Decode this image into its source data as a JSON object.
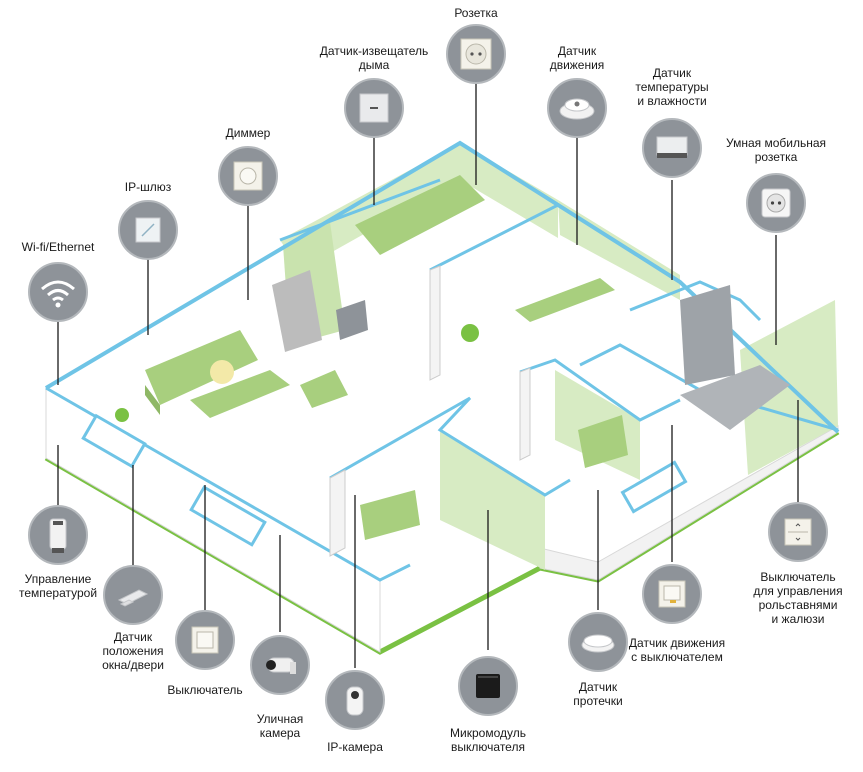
{
  "colors": {
    "wall_outline": "#6fc4e6",
    "floor_edge": "#7ac143",
    "room_fill": "#d7ebc3",
    "device_circle": "#8e9399",
    "leader_line": "#1a1a1a",
    "furniture": "#a8cf7e"
  },
  "devices": [
    {
      "id": "rozetka",
      "label": "Розетка",
      "icon": "socket-icon"
    },
    {
      "id": "smoke",
      "label": "Датчик-извещатель\nдыма",
      "icon": "smoke-detector-icon"
    },
    {
      "id": "motion",
      "label": "Датчик\nдвижения",
      "icon": "motion-sensor-icon"
    },
    {
      "id": "temp_hum",
      "label": "Датчик\nтемпературы\nи влажности",
      "icon": "temperature-humidity-sensor-icon"
    },
    {
      "id": "mobile_socket",
      "label": "Умная мобильная\nрозетка",
      "icon": "mobile-socket-icon"
    },
    {
      "id": "dimmer",
      "label": "Диммер",
      "icon": "dimmer-icon"
    },
    {
      "id": "ip_gateway",
      "label": "IP-шлюз",
      "icon": "gateway-icon"
    },
    {
      "id": "wifi",
      "label": "Wi-fi/Ethernet",
      "icon": "wifi-icon"
    },
    {
      "id": "temp_control",
      "label": "Управление\nтемпературой",
      "icon": "thermostat-icon"
    },
    {
      "id": "window_sensor",
      "label": "Датчик\nположения\nокна/двери",
      "icon": "window-sensor-icon"
    },
    {
      "id": "switch",
      "label": "Выключатель",
      "icon": "switch-icon"
    },
    {
      "id": "street_camera",
      "label": "Уличная\nкамера",
      "icon": "street-camera-icon"
    },
    {
      "id": "ip_camera",
      "label": "IP-камера",
      "icon": "ip-camera-icon"
    },
    {
      "id": "micromodule",
      "label": "Микромодуль\nвыключателя",
      "icon": "micromodule-icon"
    },
    {
      "id": "leak",
      "label": "Датчик\nпротечки",
      "icon": "leak-sensor-icon"
    },
    {
      "id": "motion_switch",
      "label": "Датчик движения\nс выключателем",
      "icon": "motion-switch-icon"
    },
    {
      "id": "shutter_switch",
      "label": "Выключатель\nдля управления\nрольставнями\nи жалюзи",
      "icon": "shutter-switch-icon"
    }
  ]
}
